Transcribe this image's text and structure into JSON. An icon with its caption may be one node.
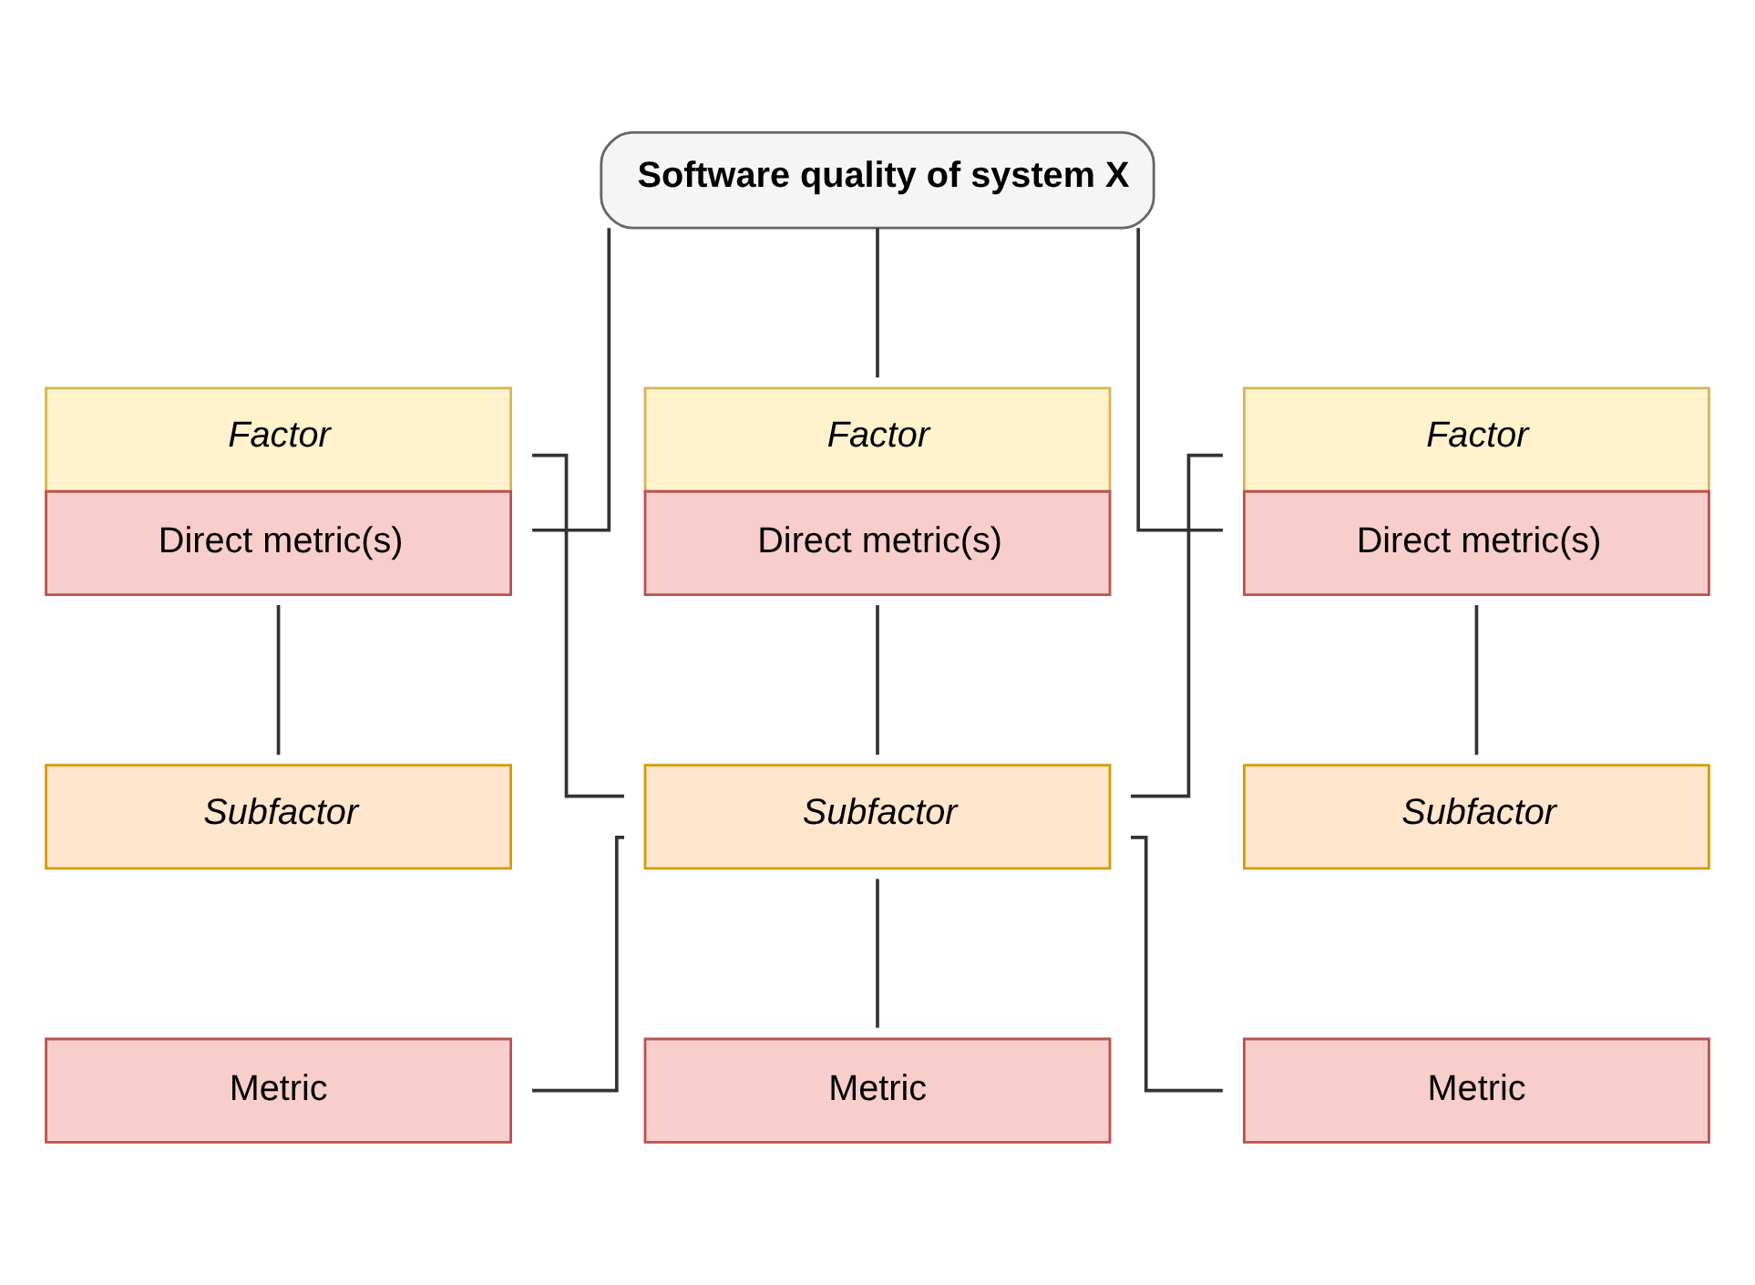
{
  "diagram": {
    "nodes": [
      {
        "text": [
          "Software quality of system X"
        ]
      },
      {
        "text": [
          "Factor",
          "Direct metric(s)"
        ]
      },
      {
        "text": [
          "Factor",
          "Direct metric(s)"
        ]
      },
      {
        "text": [
          "Factor",
          "Direct metric(s)"
        ]
      },
      {
        "text": [
          "Subfactor"
        ]
      },
      {
        "text": [
          "Subfactor"
        ]
      },
      {
        "text": [
          "Subfactor"
        ]
      },
      {
        "text": [
          "Metric"
        ]
      },
      {
        "text": [
          "Metric"
        ]
      },
      {
        "text": [
          "Metric"
        ]
      }
    ],
    "edges": [
      {
        "from": 0,
        "to": 1,
        "arrow": "none"
      },
      {
        "from": 0,
        "to": 2,
        "arrow": "none"
      },
      {
        "from": 0,
        "to": 3,
        "arrow": "none"
      },
      {
        "from": 1,
        "to": 4,
        "arrow": "none"
      },
      {
        "from": 1,
        "to": 5,
        "arrow": "none"
      },
      {
        "from": 2,
        "to": 5,
        "arrow": "none"
      },
      {
        "from": 3,
        "to": 5,
        "arrow": "none"
      },
      {
        "from": 3,
        "to": 6,
        "arrow": "none"
      },
      {
        "from": 5,
        "to": 7,
        "arrow": "none"
      },
      {
        "from": 5,
        "to": 8,
        "arrow": "none"
      },
      {
        "from": 5,
        "to": 9,
        "arrow": "none"
      }
    ]
  }
}
